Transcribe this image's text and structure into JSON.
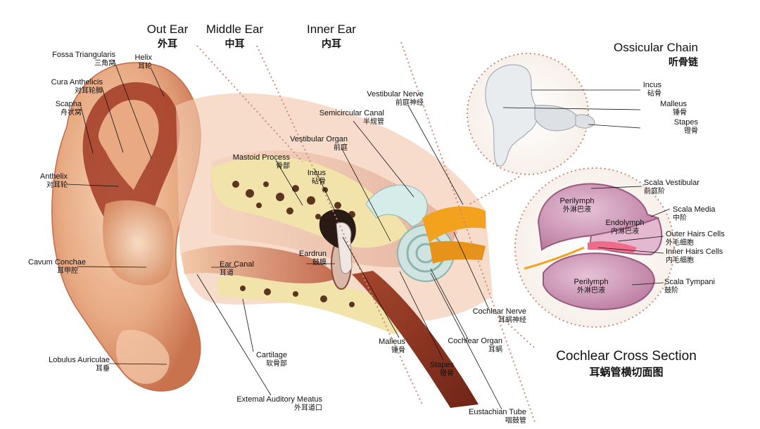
{
  "headers": {
    "out_ear": {
      "en": "Out Ear",
      "zh": "外耳"
    },
    "middle_ear": {
      "en": "Middle Ear",
      "zh": "中耳"
    },
    "inner_ear": {
      "en": "Inner Ear",
      "zh": "内耳"
    },
    "ossicular_chain": {
      "en": "Ossicular Chain",
      "zh": "听骨链"
    },
    "cochlear_cross_section": {
      "en": "Cochlear Cross Section",
      "zh": "耳蜗管横切面图"
    }
  },
  "labels": {
    "fossa_triangularis": {
      "en": "Fossa Triangularis",
      "zh": "三角窝"
    },
    "helix": {
      "en": "Helix",
      "zh": "耳轮"
    },
    "cura_anthelicis": {
      "en": "Cura Anthelicis",
      "zh": "对耳轮脚"
    },
    "scapha": {
      "en": "Scapha",
      "zh": "舟状窝"
    },
    "anthelix": {
      "en": "Anthelix",
      "zh": "对耳轮"
    },
    "cavum_conchae": {
      "en": "Cavum Conchae",
      "zh": "耳甲腔"
    },
    "lobulus_auriculae": {
      "en": "Lobulus Auriculae",
      "zh": "耳垂"
    },
    "mastoid_process": {
      "en": "Mastoid Process",
      "zh": "骨部"
    },
    "ear_canal": {
      "en": "Ear Canal",
      "zh": "耳道"
    },
    "cartilage": {
      "en": "Cartilage",
      "zh": "软骨部"
    },
    "external_auditory_meatus": {
      "en": "Extemal Auditory Meatus",
      "zh": "外耳道口"
    },
    "incus": {
      "en": "Incus",
      "zh": "砧骨"
    },
    "eardrum": {
      "en": "Eardrun",
      "zh": "鼓膜"
    },
    "vestibular_organ": {
      "en": "Vestibular Organ",
      "zh": "前庭"
    },
    "semicircular_canal": {
      "en": "Semicircular Canal",
      "zh": "半规管"
    },
    "vestibular_nerve": {
      "en": "Vestibular Nerve",
      "zh": "前庭神经"
    },
    "cochlear_nerve": {
      "en": "Cochlear Nerve",
      "zh": "耳蜗神经"
    },
    "cochlear_organ": {
      "en": "Cochlear Organ",
      "zh": "耳蜗"
    },
    "malleus": {
      "en": "Malleus",
      "zh": "锤骨"
    },
    "stapes": {
      "en": "Stapes",
      "zh": "镫骨"
    },
    "eustachian_tube": {
      "en": "Eustachian Tube",
      "zh": "咽鼓管"
    },
    "oc_incus": {
      "en": "Incus",
      "zh": "砧骨"
    },
    "oc_malleus": {
      "en": "Malleus",
      "zh": "锤骨"
    },
    "oc_stapes": {
      "en": "Stapes",
      "zh": "镫骨"
    },
    "perilymph_top": {
      "en": "Perilymph",
      "zh": "外淋巴液"
    },
    "endolymph": {
      "en": "Endolymph",
      "zh": "内淋巴液"
    },
    "perilymph_bottom": {
      "en": "Perilymph",
      "zh": "外淋巴液"
    },
    "scala_vestibular": {
      "en": "Scala Vestibular",
      "zh": "前庭阶"
    },
    "scala_media": {
      "en": "Scala Media",
      "zh": "中阶"
    },
    "outer_hairs_cells": {
      "en": "Outer Hairs Cells",
      "zh": "外毛细胞"
    },
    "inner_hairs_cells": {
      "en": "Inner Hairs Cells",
      "zh": "内毛细胞"
    },
    "scala_tympani": {
      "en": "Scala Tympani",
      "zh": "鼓阶"
    }
  },
  "colors": {
    "ear_skin": "#e9b58f",
    "ear_shadow": "#8a2c1e",
    "bone": "#f1e3a9",
    "bone_hole": "#5a3620",
    "nerve": "#f2a21c",
    "cochlea": "#cfe3e0",
    "perilymph": "#c98fb0",
    "dotted": "#c98a7a"
  }
}
